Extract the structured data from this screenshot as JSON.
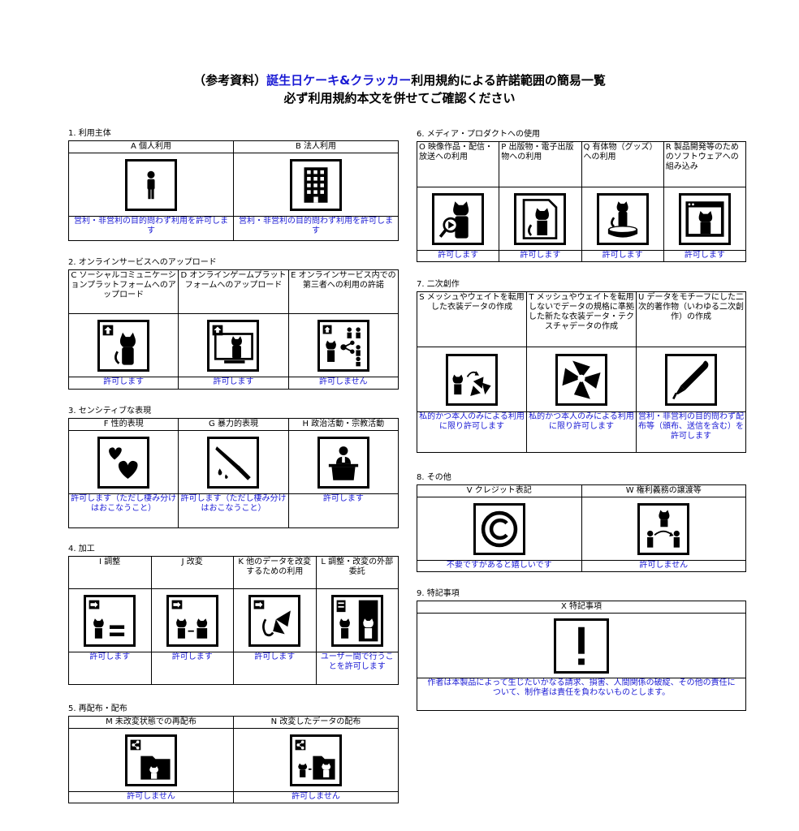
{
  "title": {
    "prefix": "（参考資料）",
    "product": "誕生日ケーキ&クラッカー",
    "suffix": "利用規約による許諾範囲の簡易一覧",
    "line2": "必ず利用規約本文を併せてご確認ください"
  },
  "accent_color": "#1a1ad4",
  "sections": {
    "s1": {
      "title": "1. 利用主体",
      "cells": [
        {
          "header": "A 個人利用",
          "icon": "person-icon",
          "status": "営利・非営利の目的問わず利用を許可します"
        },
        {
          "header": "B 法人利用",
          "icon": "building-icon",
          "status": "営利・非営利の目的問わず利用を許可します"
        }
      ]
    },
    "s2": {
      "title": "2. オンラインサービスへのアップロード",
      "cells": [
        {
          "header": "C ソーシャルコミュニケーションプラットフォームへのアップロード",
          "icon": "upload-avatar-icon",
          "status": "許可します"
        },
        {
          "header": "D オンラインゲームプラットフォームへのアップロード",
          "icon": "upload-monitor-icon",
          "status": "許可します"
        },
        {
          "header": "E オンラインサービス内での第三者への利用の許諾",
          "icon": "upload-share-icon",
          "status": "許可しません"
        }
      ]
    },
    "s3": {
      "title": "3. センシティブな表現",
      "cells": [
        {
          "header": "F 性的表現",
          "icon": "hearts-icon",
          "status": "許可します（ただし棲み分けはおこなうこと）"
        },
        {
          "header": "G 暴力的表現",
          "icon": "knife-icon",
          "status": "許可します（ただし棲み分けはおこなうこと）"
        },
        {
          "header": "H 政治活動・宗教活動",
          "icon": "podium-icon",
          "status": "許可します"
        }
      ]
    },
    "s4": {
      "title": "4. 加工",
      "cells": [
        {
          "header": "I 調整",
          "icon": "adjust-icon",
          "status": "許可します"
        },
        {
          "header": "J 改変",
          "icon": "modify-icon",
          "status": "許可します"
        },
        {
          "header": "K 他のデータを改変するための利用",
          "icon": "ribbon-icon",
          "status": "許可します"
        },
        {
          "header": "L 調整・改変の外部委託",
          "icon": "outsource-icon",
          "status": "ユーザー間で行うことを許可します"
        }
      ]
    },
    "s5": {
      "title": "5. 再配布・配布",
      "cells": [
        {
          "header": "M 未改変状態での再配布",
          "icon": "share-folder-icon",
          "status": "許可しません"
        },
        {
          "header": "N 改変したデータの配布",
          "icon": "share-modified-icon",
          "status": "許可しません"
        }
      ]
    },
    "s6": {
      "title": "6. メディア・プロダクトへの使用",
      "cells": [
        {
          "header": "O 映像作品・配信・放送への利用",
          "icon": "video-icon",
          "status": "許可します"
        },
        {
          "header": "P 出版物・電子出版物への利用",
          "icon": "publication-icon",
          "status": "許可します"
        },
        {
          "header": "Q 有体物（グッズ）への利用",
          "icon": "figure-icon",
          "status": "許可します"
        },
        {
          "header": "R 製品開発等のためのソフトウェアへの組み込み",
          "icon": "software-icon",
          "status": "許可します"
        }
      ]
    },
    "s7": {
      "title": "7. 二次創作",
      "cells": [
        {
          "header": "S メッシュやウェイトを転用した衣装データの作成",
          "icon": "mesh-transfer-icon",
          "status": "私的かつ本人のみによる利用に限り許可します"
        },
        {
          "header": "T メッシュやウェイトを転用しないでデータの規格に準拠した新たな衣装データ・テクスチャデータの作成",
          "icon": "texture-icon",
          "status": "私的かつ本人のみによる利用に限り許可します"
        },
        {
          "header": "U データをモチーフにした二次的著作物（いわゆる二次創作）の作成",
          "icon": "pen-icon",
          "status": "営利・非営利の目的問わず配布等（頒布、送信を含む）を許可します"
        }
      ]
    },
    "s8": {
      "title": "8. その他",
      "cells": [
        {
          "header": "V クレジット表記",
          "icon": "copyright-icon",
          "status": "不要ですがあると嬉しいです"
        },
        {
          "header": "W 権利義務の譲渡等",
          "icon": "transfer-icon",
          "status": "許可しません"
        }
      ]
    },
    "s9": {
      "title": "9. 特記事項",
      "cells": [
        {
          "header": "X 特記事項",
          "icon": "exclamation-icon",
          "status": "作者は本製品によって生じたいかなる請求、損害、人間関係の破綻、その他の責任について、制作者は責任を負わないものとします。"
        }
      ]
    }
  }
}
